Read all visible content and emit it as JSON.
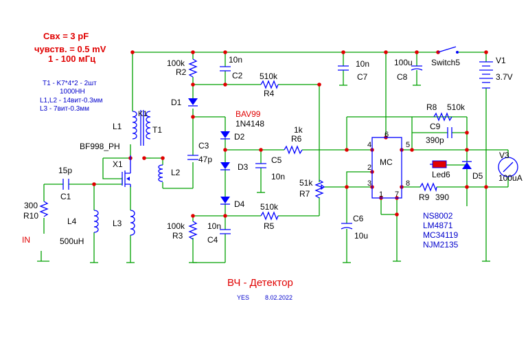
{
  "header_notes": [
    "Свх = 3 pF",
    "чувств. = 0.5 mV",
    "1 - 100 мГц"
  ],
  "coil_notes": [
    "T1 - K7*4*2 - 2шт",
    "1000НН",
    "L1,L2 - 14вит-0.3мм",
    "L3 - 7вит-0.3мм"
  ],
  "title": "ВЧ - Детектор",
  "footer": {
    "author": "YES",
    "date": "8.02.2022"
  },
  "ic_alternatives": [
    "NS8002",
    "LM4871",
    "MC34119",
    "NJM2135"
  ],
  "components": {
    "R10": {
      "ref": "R10",
      "value": "300"
    },
    "IN": {
      "ref": "IN"
    },
    "C1": {
      "ref": "C1",
      "value": "15p"
    },
    "L4": {
      "ref": "L4",
      "value": "500uH"
    },
    "X1": {
      "ref": "X1",
      "model": "BF998_PH"
    },
    "L1": {
      "ref": "L1"
    },
    "L2": {
      "ref": "L2"
    },
    "L3": {
      "ref": "L3"
    },
    "T1": {
      "ref": "T1",
      "tag": "K1"
    },
    "R2": {
      "ref": "R2",
      "value": "100k"
    },
    "C2": {
      "ref": "C2",
      "value": "10n"
    },
    "R4": {
      "ref": "R4",
      "value": "510k"
    },
    "D1": {
      "ref": "D1"
    },
    "D2": {
      "ref": "D2",
      "model": "BAV99",
      "model2": "1N4148"
    },
    "D3": {
      "ref": "D3"
    },
    "D4": {
      "ref": "D4"
    },
    "C3": {
      "ref": "C3",
      "value": "47p"
    },
    "C5": {
      "ref": "C5",
      "value": "10n"
    },
    "R6": {
      "ref": "R6",
      "value": "1k"
    },
    "R7": {
      "ref": "R7",
      "value": "51k"
    },
    "R3": {
      "ref": "R3",
      "value": "100k"
    },
    "C4": {
      "ref": "C4",
      "value": "10n"
    },
    "R5": {
      "ref": "R5",
      "value": "510k"
    },
    "C7": {
      "ref": "C7",
      "value": "10n"
    },
    "C8": {
      "ref": "C8",
      "value": "100u"
    },
    "Switch5": {
      "ref": "Switch5"
    },
    "V1": {
      "ref": "V1",
      "value": "3.7V"
    },
    "MC": {
      "ref": "MC",
      "pins": [
        "4",
        "6",
        "5",
        "2",
        "3",
        "8",
        "1",
        "7"
      ]
    },
    "R8": {
      "ref": "R8",
      "value": "510k"
    },
    "C9": {
      "ref": "C9",
      "value": "390p"
    },
    "Led6": {
      "ref": "Led6"
    },
    "D5": {
      "ref": "D5"
    },
    "V3": {
      "ref": "V3",
      "value": "100uA"
    },
    "R9": {
      "ref": "R9",
      "value": "390"
    },
    "C6": {
      "ref": "C6",
      "value": "10u"
    }
  },
  "colors": {
    "wire": "#00a000",
    "component": "#0000ff",
    "node": "#e00000",
    "label": "#000000",
    "note": "#0000cc",
    "title": "#e00000"
  }
}
